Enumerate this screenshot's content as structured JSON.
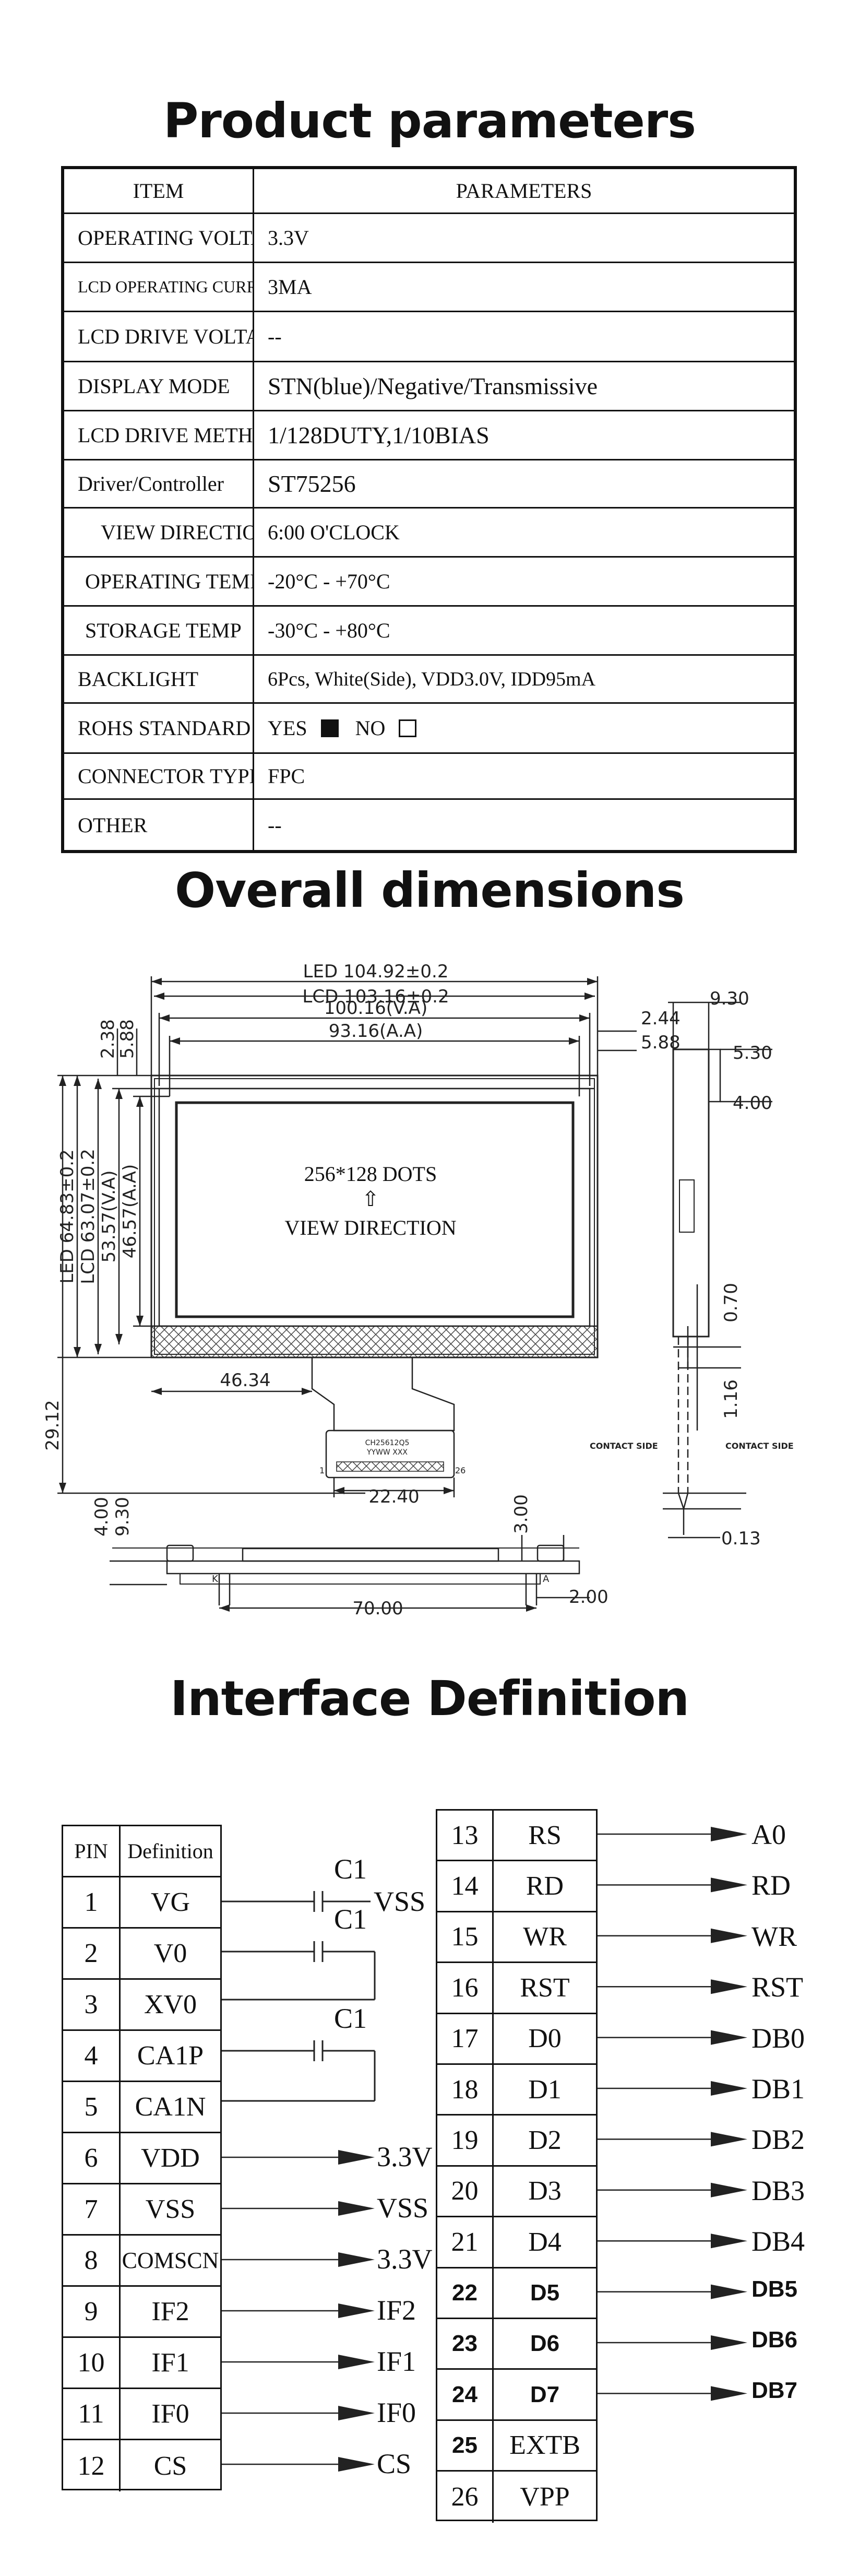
{
  "titles": {
    "params": "Product parameters",
    "dims": "Overall dimensions",
    "interface": "Interface Definition"
  },
  "params": {
    "header": {
      "item": "ITEM",
      "value": "PARAMETERS"
    },
    "rows": [
      {
        "item": "OPERATING VOLTAGE",
        "value": "3.3V"
      },
      {
        "item": "LCD OPERATING CURRENT",
        "value": "3MA"
      },
      {
        "item": "LCD DRIVE VOLTAGE",
        "value": "--"
      },
      {
        "item": "DISPLAY MODE",
        "value": "STN(blue)/Negative/Transmissive"
      },
      {
        "item": "LCD DRIVE METHOD",
        "value": "1/128DUTY,1/10BIAS"
      },
      {
        "item": "Driver/Controller",
        "value": "ST75256"
      },
      {
        "item": "VIEW DIRECTION",
        "value": "6:00 O'CLOCK"
      },
      {
        "item": "OPERATING TEMP",
        "value": "-20°C - +70°C"
      },
      {
        "item": "STORAGE TEMP",
        "value": "-30°C - +80°C"
      },
      {
        "item": "BACKLIGHT",
        "value": "6Pcs, White(Side), VDD3.0V, IDD95mA"
      },
      {
        "item": "ROHS STANDARD",
        "value": ""
      },
      {
        "item": "CONNECTOR TYPE",
        "value": "FPC"
      },
      {
        "item": "OTHER",
        "value": "--"
      }
    ],
    "rohs": {
      "yes": "YES",
      "no": "NO",
      "selected": "YES"
    }
  },
  "drawing": {
    "led_width": "LED 104.92±0.2",
    "lcd_width": "LCD 103.16±0.2",
    "va_width": "100.16(V.A)",
    "aa_width": "93.16(A.A)",
    "left_238": "2.38",
    "left_588": "5.88",
    "right_244": "2.44",
    "right_588": "5.88",
    "led_height": "LED 64.83±0.2",
    "lcd_height": "LCD 63.07±0.2",
    "va_height": "53.57(V.A)",
    "aa_height": "46.57(A.A)",
    "total_height": "29.12",
    "fpc_offset": "46.34",
    "fpc_width": "22.40",
    "dots": "256*128 DOTS",
    "arrow": "⇧",
    "view_dir": "VIEW DIRECTION",
    "fpc_text1": "CH25612Q5",
    "fpc_text2": "YYWW XXX",
    "pin_first": "1",
    "pin_last": "26",
    "side_930": "9.30",
    "side_530": "5.30",
    "side_400": "4.00",
    "side_070": "0.70",
    "side_116": "1.16",
    "side_013": "0.13",
    "contact_left": "CONTACT SIDE",
    "contact_right": "CONTACT SIDE",
    "bot_400": "4.00",
    "bot_930": "9.30",
    "bot_300": "3.00",
    "bot_7000": "70.00",
    "bot_200": "2.00",
    "bot_k": "K",
    "bot_a": "A"
  },
  "interface": {
    "left_header": {
      "pin": "PIN",
      "def": "Definition"
    },
    "left_rows": [
      {
        "pin": "1",
        "def": "VG"
      },
      {
        "pin": "2",
        "def": "V0"
      },
      {
        "pin": "3",
        "def": "XV0"
      },
      {
        "pin": "4",
        "def": "CA1P"
      },
      {
        "pin": "5",
        "def": "CA1N"
      },
      {
        "pin": "6",
        "def": "VDD"
      },
      {
        "pin": "7",
        "def": "VSS"
      },
      {
        "pin": "8",
        "def": "COMSCN"
      },
      {
        "pin": "9",
        "def": "IF2"
      },
      {
        "pin": "10",
        "def": "IF1"
      },
      {
        "pin": "11",
        "def": "IF0"
      },
      {
        "pin": "12",
        "def": "CS"
      }
    ],
    "right_rows": [
      {
        "pin": "13",
        "def": "RS"
      },
      {
        "pin": "14",
        "def": "RD"
      },
      {
        "pin": "15",
        "def": "WR"
      },
      {
        "pin": "16",
        "def": "RST"
      },
      {
        "pin": "17",
        "def": "D0"
      },
      {
        "pin": "18",
        "def": "D1"
      },
      {
        "pin": "19",
        "def": "D2"
      },
      {
        "pin": "20",
        "def": "D3"
      },
      {
        "pin": "21",
        "def": "D4"
      },
      {
        "pin": "22",
        "def": "D5"
      },
      {
        "pin": "23",
        "def": "D6"
      },
      {
        "pin": "24",
        "def": "D7"
      },
      {
        "pin": "25",
        "def": "EXTB"
      },
      {
        "pin": "26",
        "def": "VPP"
      }
    ],
    "cap1": "C1",
    "cap2": "C1",
    "cap3": "C1",
    "vss_cap": "VSS",
    "left_signals": [
      "3.3V",
      "VSS",
      "3.3V",
      "IF2",
      "IF1",
      "IF0",
      "CS"
    ],
    "right_signals": [
      "A0",
      "RD",
      "WR",
      "RST",
      "DB0",
      "DB1",
      "DB2",
      "DB3",
      "DB4",
      "DB5",
      "DB6",
      "DB7"
    ]
  }
}
